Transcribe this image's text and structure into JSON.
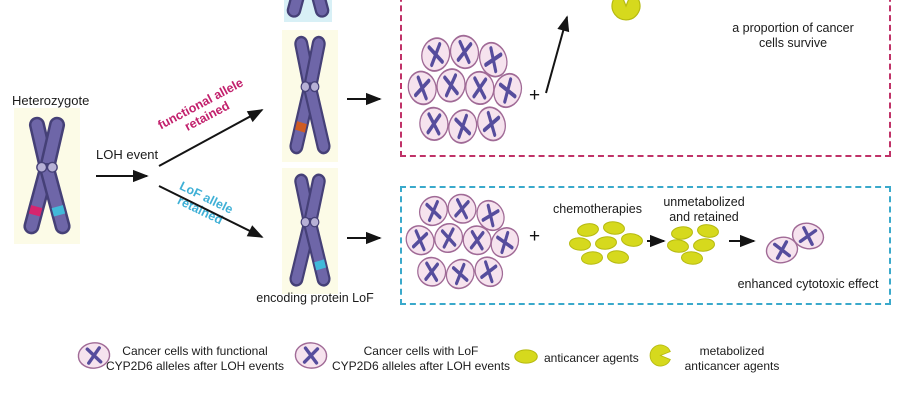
{
  "figure": {
    "heterozygote_label": "Heterozygote",
    "loh_event_label": "LOH event",
    "functional_branch": {
      "lines": [
        "functional allele",
        "retained"
      ],
      "color": "#c2206c"
    },
    "lof_branch": {
      "lines": [
        "LoF allele",
        "retained"
      ],
      "color": "#3fb0d6"
    },
    "encoding_protein_label": "encoding protein LoF",
    "functional_outcome": {
      "plus": "+",
      "result": {
        "lines": [
          "a proportion of cancer",
          "cells survive"
        ]
      }
    },
    "lof_outcome": {
      "plus": "+",
      "chemotherapies_label": "chemotherapies",
      "unmetabolized": {
        "lines": [
          "unmetabolized",
          "and retained"
        ]
      },
      "result_label": "enhanced cytotoxic effect"
    }
  },
  "legend": {
    "items": [
      {
        "icon": "functional-cancer-cell-icon",
        "lines": [
          "Cancer cells with functional",
          "CYP2D6 alleles after LOH events"
        ]
      },
      {
        "icon": "lof-cancer-cell-icon",
        "lines": [
          "Cancer cells with LoF",
          "CYP2D6 alleles after LOH events"
        ]
      },
      {
        "icon": "anticancer-agent-icon",
        "lines": [
          "anticancer agents"
        ]
      },
      {
        "icon": "metabolized-agent-icon",
        "lines": [
          "metabolized",
          "anticancer agents"
        ]
      }
    ]
  },
  "icons": {
    "cancer_cell": "pink-cell-with-purple-chromosome",
    "anticancer_agent": "yellow-oval",
    "metabolized_agent": "yellow-pacman-wedge"
  },
  "colors": {
    "chromosome_body": "#6e66a8",
    "chromosome_outline": "#454077",
    "centromere": "#b7b1d6",
    "functional_band": "#d6246e",
    "retained_band_orange": "#cf5c22",
    "lof_band": "#41b9d9",
    "cell_fill": "#f6e3ee",
    "cell_outline": "#a06a96",
    "agent_yellow": "#d6d91d",
    "functional_box_border": "#c03268",
    "lof_box_border": "#3aa9cb",
    "functional_text": "#c2206c",
    "lof_text": "#3fb0d6"
  }
}
